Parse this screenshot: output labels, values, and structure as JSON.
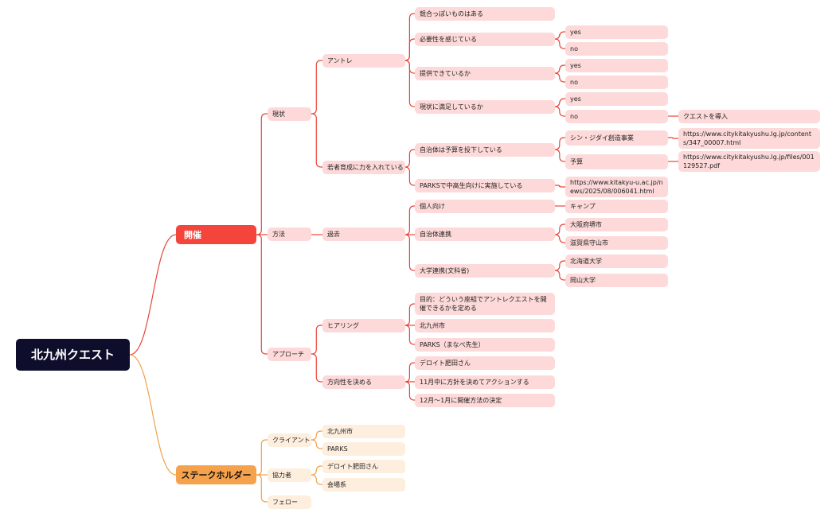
{
  "root": "北九州クエスト",
  "kaisai": {
    "label": "開催",
    "genjo": {
      "label": "現状",
      "antore": {
        "label": "アントレ",
        "items": [
          {
            "label": "競合っぽいものはある"
          },
          {
            "label": "必要性を感じている",
            "yes": "yes",
            "no": "no"
          },
          {
            "label": "提供できているか",
            "yes": "yes",
            "no": "no"
          },
          {
            "label": "現状に満足しているか",
            "yes": "yes",
            "no": "no",
            "no_child": "クエストを導入"
          }
        ]
      },
      "wakate": {
        "label": "若者育成に力を入れている",
        "jichitai": {
          "label": "自治体は予算を投下している",
          "shin": "シン・ジダイ創造事業",
          "shin_url": "https://www.citykitakyushu.lg.jp/contents/347_00007.html",
          "yosan": "予算",
          "yosan_url": "https://www.citykitakyushu.lg.jp/files/001129527.pdf"
        },
        "parks": {
          "label": "PARKSで中高生向けに実施している",
          "url": "https://www.kitakyu-u.ac.jp/news/2025/08/006041.html"
        }
      }
    },
    "hoho": {
      "label": "方法",
      "kako": {
        "label": "過去",
        "kojin": {
          "label": "個人向け",
          "child": "キャンプ"
        },
        "jichitai": {
          "label": "自治体連携",
          "children": [
            "大阪府堺市",
            "滋賀県守山市"
          ]
        },
        "daigaku": {
          "label": "大学連携(文科省)",
          "children": [
            "北海道大学",
            "岡山大学"
          ]
        }
      }
    },
    "approach": {
      "label": "アプローチ",
      "hearing": {
        "label": "ヒアリング",
        "items": [
          "目的：どういう座組でアントレクエストを開催できるかを定める",
          "北九州市",
          "PARKS（まなべ先生）"
        ]
      },
      "hokosei": {
        "label": "方向性を決める",
        "items": [
          "デロイト肥田さん",
          "11月中に方針を決めてアクションする",
          "12月〜1月に開催方法の決定"
        ]
      }
    }
  },
  "stake": {
    "label": "ステークホルダー",
    "client": {
      "label": "クライアント",
      "items": [
        "北九州市",
        "PARKS"
      ]
    },
    "kyoryoku": {
      "label": "協力者",
      "items": [
        "デロイト肥田さん",
        "会場系"
      ]
    },
    "fellow": {
      "label": "フェロー"
    }
  },
  "colors": {
    "branch_red": "#e9453a",
    "branch_orange": "#f0a24a",
    "root_bg": "#0e0e2c"
  }
}
